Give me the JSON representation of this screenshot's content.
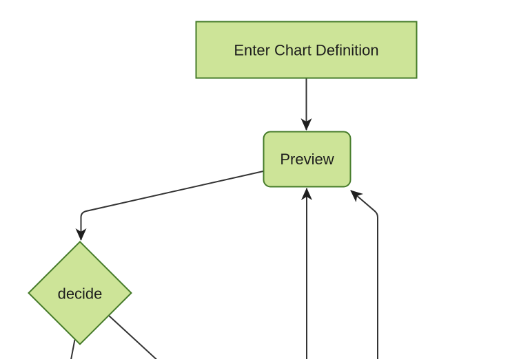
{
  "diagram": {
    "kind": "flowchart",
    "orientation": "top-down",
    "nodes": [
      {
        "id": "A",
        "label": "Enter Chart Definition",
        "shape": "rectangle"
      },
      {
        "id": "B",
        "label": "Preview",
        "shape": "rounded-rectangle"
      },
      {
        "id": "C",
        "label": "decide",
        "shape": "diamond"
      }
    ],
    "edges": [
      {
        "from": "A",
        "to": "B",
        "arrow": true
      },
      {
        "from": "B",
        "to": "C",
        "arrow": true
      },
      {
        "from": "offscreen-bottom-center",
        "to": "B",
        "arrow": true
      },
      {
        "from": "offscreen-bottom-right",
        "to": "B",
        "arrow": true
      },
      {
        "from": "C",
        "to": "offscreen-bottom-left",
        "arrow": false
      },
      {
        "from": "C",
        "to": "offscreen-bottom-right",
        "arrow": false
      }
    ],
    "colors": {
      "background": "#ffffff",
      "node_fill": "#cde498",
      "node_border": "#457b29",
      "edge": "#333333",
      "arrowhead": "#1f1f1f",
      "text": "#1c1c1c"
    }
  }
}
